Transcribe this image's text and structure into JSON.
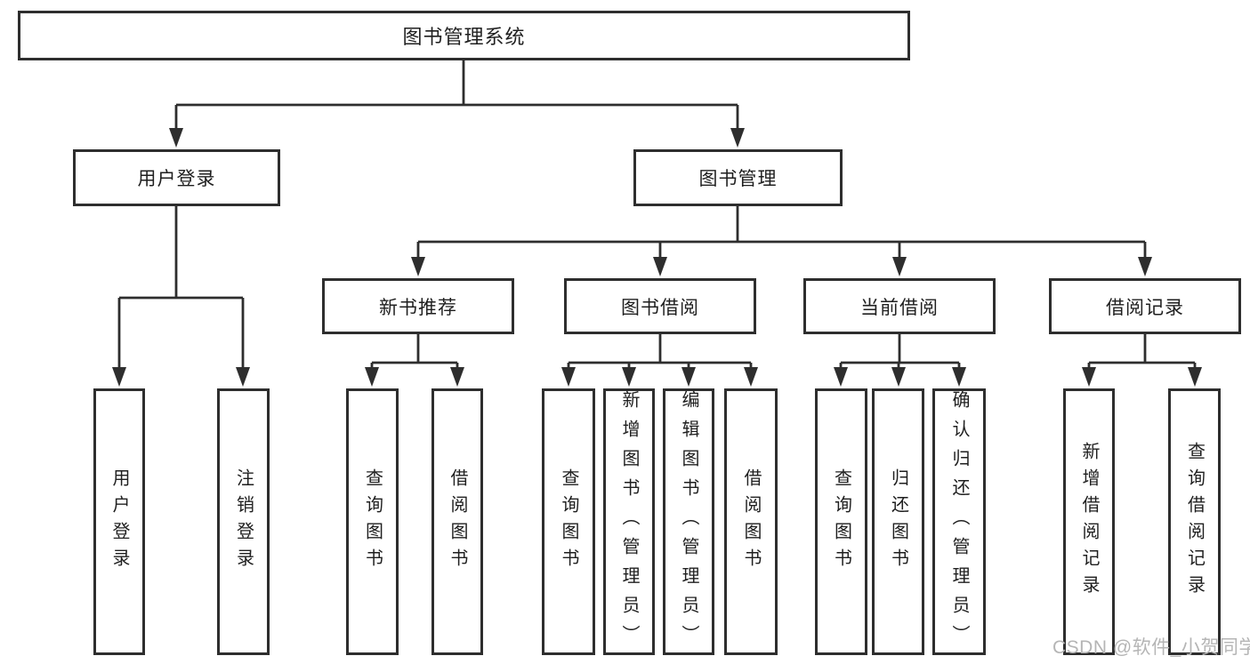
{
  "tree": {
    "root": "图书管理系统",
    "branches": [
      {
        "label": "用户登录",
        "children": [
          "用户登录",
          "注销登录"
        ]
      },
      {
        "label": "图书管理",
        "children": [
          {
            "label": "新书推荐",
            "children": [
              "查询图书",
              "借阅图书"
            ]
          },
          {
            "label": "图书借阅",
            "children": [
              "查询图书",
              "新增图书（管理员）",
              "编辑图书（管理员）",
              "借阅图书"
            ]
          },
          {
            "label": "当前借阅",
            "children": [
              "查询图书",
              "归还图书",
              "确认归还（管理员）"
            ]
          },
          {
            "label": "借阅记录",
            "children": [
              "新增借阅记录",
              "查询借阅记录"
            ]
          }
        ]
      }
    ]
  },
  "watermark": {
    "text": "CSDN @软件_小贺同学"
  },
  "colors": {
    "line": "#2e2e2e",
    "text": "#1f1f1f",
    "watermark": "#b5b5b5",
    "background": "#ffffff"
  }
}
